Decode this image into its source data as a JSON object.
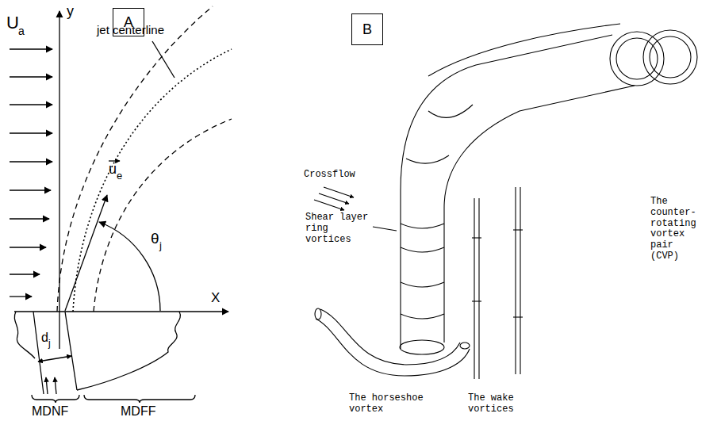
{
  "diagram": {
    "nodes": [
      {
        "text": [
          "A"
        ]
      },
      {
        "text": [
          "B"
        ]
      }
    ],
    "labels": [
      "U",
      "a",
      "y",
      "jet centerline",
      "u",
      "e",
      "θ",
      "j",
      "X",
      "d",
      "j",
      "MDNF",
      "MDFF",
      "Crossflow",
      "Shear layer ring vortices",
      "The horseshoe vortex",
      "The wake vortices",
      "The counter-rotating vortex pair (CVP)"
    ]
  }
}
